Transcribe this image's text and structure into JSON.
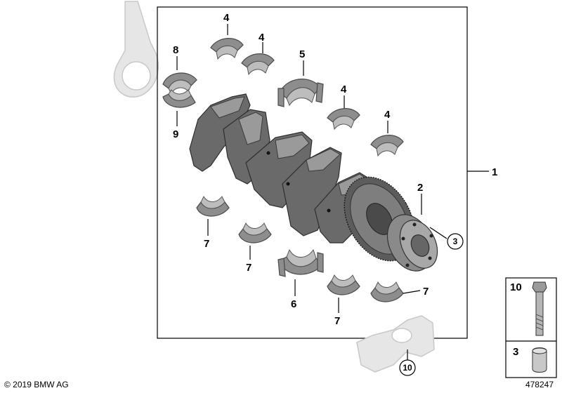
{
  "diagram": {
    "labels": {
      "main_assembly": "1",
      "gear_flange": "2",
      "pin_circle": "3",
      "upper_shell_a": "4",
      "upper_shell_b": "4",
      "upper_shell_c": "4",
      "upper_shell_d": "4",
      "thrust_shell_upper": "5",
      "thrust_shell_lower": "6",
      "lower_shell_a": "7",
      "lower_shell_b": "7",
      "lower_shell_c": "7",
      "lower_shell_d": "7",
      "conrod_shell_upper": "8",
      "conrod_shell_lower": "9",
      "bolt_circle": "10"
    },
    "legend": {
      "bolt_number": "10",
      "dowel_number": "3"
    }
  },
  "footer": {
    "copyright": "© 2019 BMW AG",
    "diagram_id": "478247"
  }
}
